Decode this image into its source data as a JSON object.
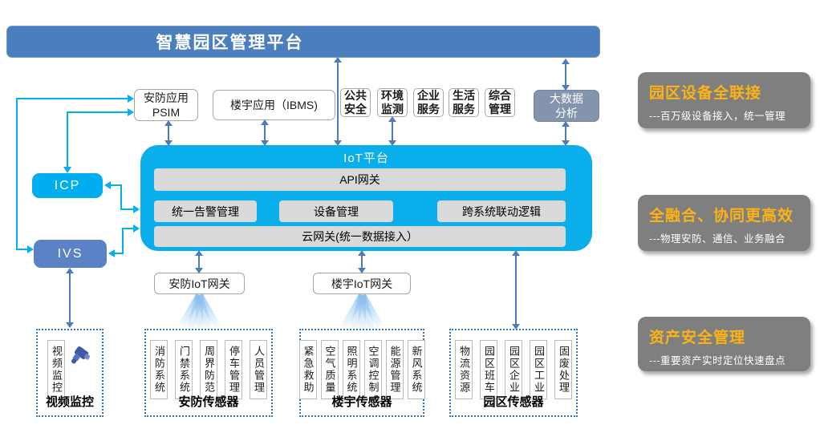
{
  "banner": {
    "title": "智慧园区管理平台"
  },
  "apps": {
    "psim_line1": "安防应用",
    "psim_line2": "PSIM",
    "ibms": "楼宇应用（IBMS)",
    "chips": [
      "公共安全",
      "环境监测",
      "企业服务",
      "生活服务",
      "综合管理"
    ],
    "bigdata": "大数据分析"
  },
  "left_nodes": {
    "icp": "ICP",
    "ivs": "IVS"
  },
  "iot": {
    "title": "IoT平台",
    "api": "API网关",
    "modules": [
      "统一告警管理",
      "设备管理",
      "跨系统联动逻辑"
    ],
    "cloud": "云网关(统一数据接入）"
  },
  "gateways": {
    "security": "安防IoT网关",
    "building": "楼宇IoT网关"
  },
  "sensors": {
    "groups": [
      {
        "label": "视频监控",
        "items": [
          "视频监控"
        ]
      },
      {
        "label": "安防传感器",
        "items": [
          "消防系统",
          "门禁系统",
          "周界防范",
          "停车管理",
          "人员管理"
        ]
      },
      {
        "label": "楼宇传感器",
        "items": [
          "紧急救助",
          "空气质量",
          "照明系统",
          "空调控制",
          "能源管理",
          "新风系统"
        ]
      },
      {
        "label": "园区传感器",
        "items": [
          "物流资源",
          "园区班车",
          "园区企业",
          "园区工业",
          "固废处理"
        ]
      }
    ]
  },
  "benefits": [
    {
      "title": "园区设备全联接",
      "desc": "---百万级设备接入，统一管理"
    },
    {
      "title": "全融合、协同更高效",
      "desc": "---物理安防、通信、业务融合"
    },
    {
      "title": "资产安全管理",
      "desc": "---重要资产实时定位快速盘点"
    }
  ],
  "colors": {
    "banner_blue": "#4a7ebc",
    "iot_cyan": "#0aaeea",
    "node_cyan": "#00aeef",
    "ivs_blue": "#5b82c4",
    "bigdata_gray_blue": "#8494ad",
    "bar_gray": "#d9d9d9",
    "panel_gray": "#7f7f7f",
    "accent_orange": "#fcb315",
    "arrow_steel": "#4e7cba",
    "connector_cyan": "#00b0f0",
    "dashed_blue": "#2e75b6"
  },
  "icons": {
    "camera": "camera-icon",
    "fanout": "fanout-rays"
  }
}
